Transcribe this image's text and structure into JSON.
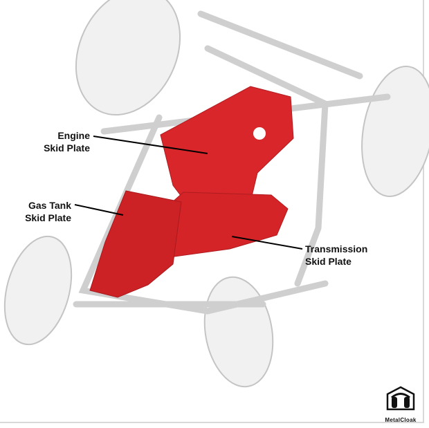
{
  "labels": {
    "engine": {
      "line1": "Engine",
      "line2": "Skid Plate"
    },
    "gas_tank": {
      "line1": "Gas Tank",
      "line2": "Skid Plate"
    },
    "transmission": {
      "line1": "Transmission",
      "line2": "Skid Plate"
    }
  },
  "logo": {
    "text": "MetalCloak"
  },
  "colors": {
    "plate": "#d8262b",
    "plate_dark": "#b01c20",
    "frame": "#c8c8c8"
  }
}
